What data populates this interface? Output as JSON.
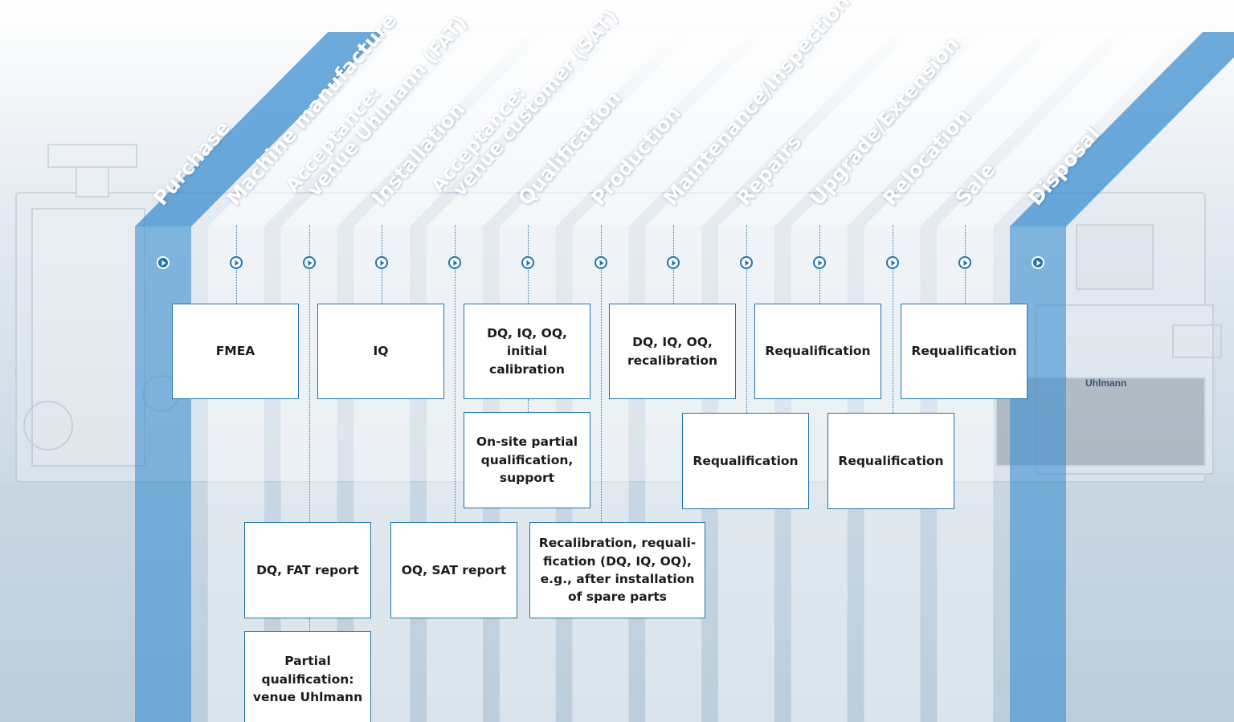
{
  "phases": [
    {
      "label": "Purchase",
      "highlighted": true
    },
    {
      "label": "Machine manufacture",
      "highlighted": false
    },
    {
      "label": "Acceptance:\nvenue Uhlmann (FAT)",
      "highlighted": false
    },
    {
      "label": "Installation",
      "highlighted": false
    },
    {
      "label": "Acceptance:\nvenue customer (SAT)",
      "highlighted": false
    },
    {
      "label": "Qualification",
      "highlighted": false
    },
    {
      "label": "Production",
      "highlighted": false
    },
    {
      "label": "Maintenance/Inspection",
      "highlighted": false
    },
    {
      "label": "Repairs",
      "highlighted": false
    },
    {
      "label": "Upgrade/Extension",
      "highlighted": false
    },
    {
      "label": "Relocation",
      "highlighted": false
    },
    {
      "label": "Sale",
      "highlighted": false
    },
    {
      "label": "Disposal",
      "highlighted": true
    }
  ],
  "boxes": {
    "fmea": "FMEA",
    "iq": "IQ",
    "dq_iq_oq_initial": "DQ, IQ, OQ, initial calibration",
    "dq_iq_oq_recal": "DQ, IQ, OQ, recalibration",
    "requal_repairs_upper": "Requalification",
    "requal_relocation_upper": "Requalification",
    "onsite_partial": "On-site partial qualification, support",
    "requal_repairs": "Requalification",
    "requal_relocation": "Requalification",
    "dq_fat": "DQ, FAT report",
    "oq_sat": "OQ, SAT report",
    "recal_requal": "Recalibration, requali-fication (DQ, IQ, OQ), e.g., after installation of spare parts",
    "partial_uhlmann": "Partial qualification: venue Uhlmann"
  },
  "brand": "Uhlmann",
  "colors": {
    "accent": "#1f74ad",
    "highlight_band": "#3c8fd0",
    "band": "#ffffff"
  }
}
